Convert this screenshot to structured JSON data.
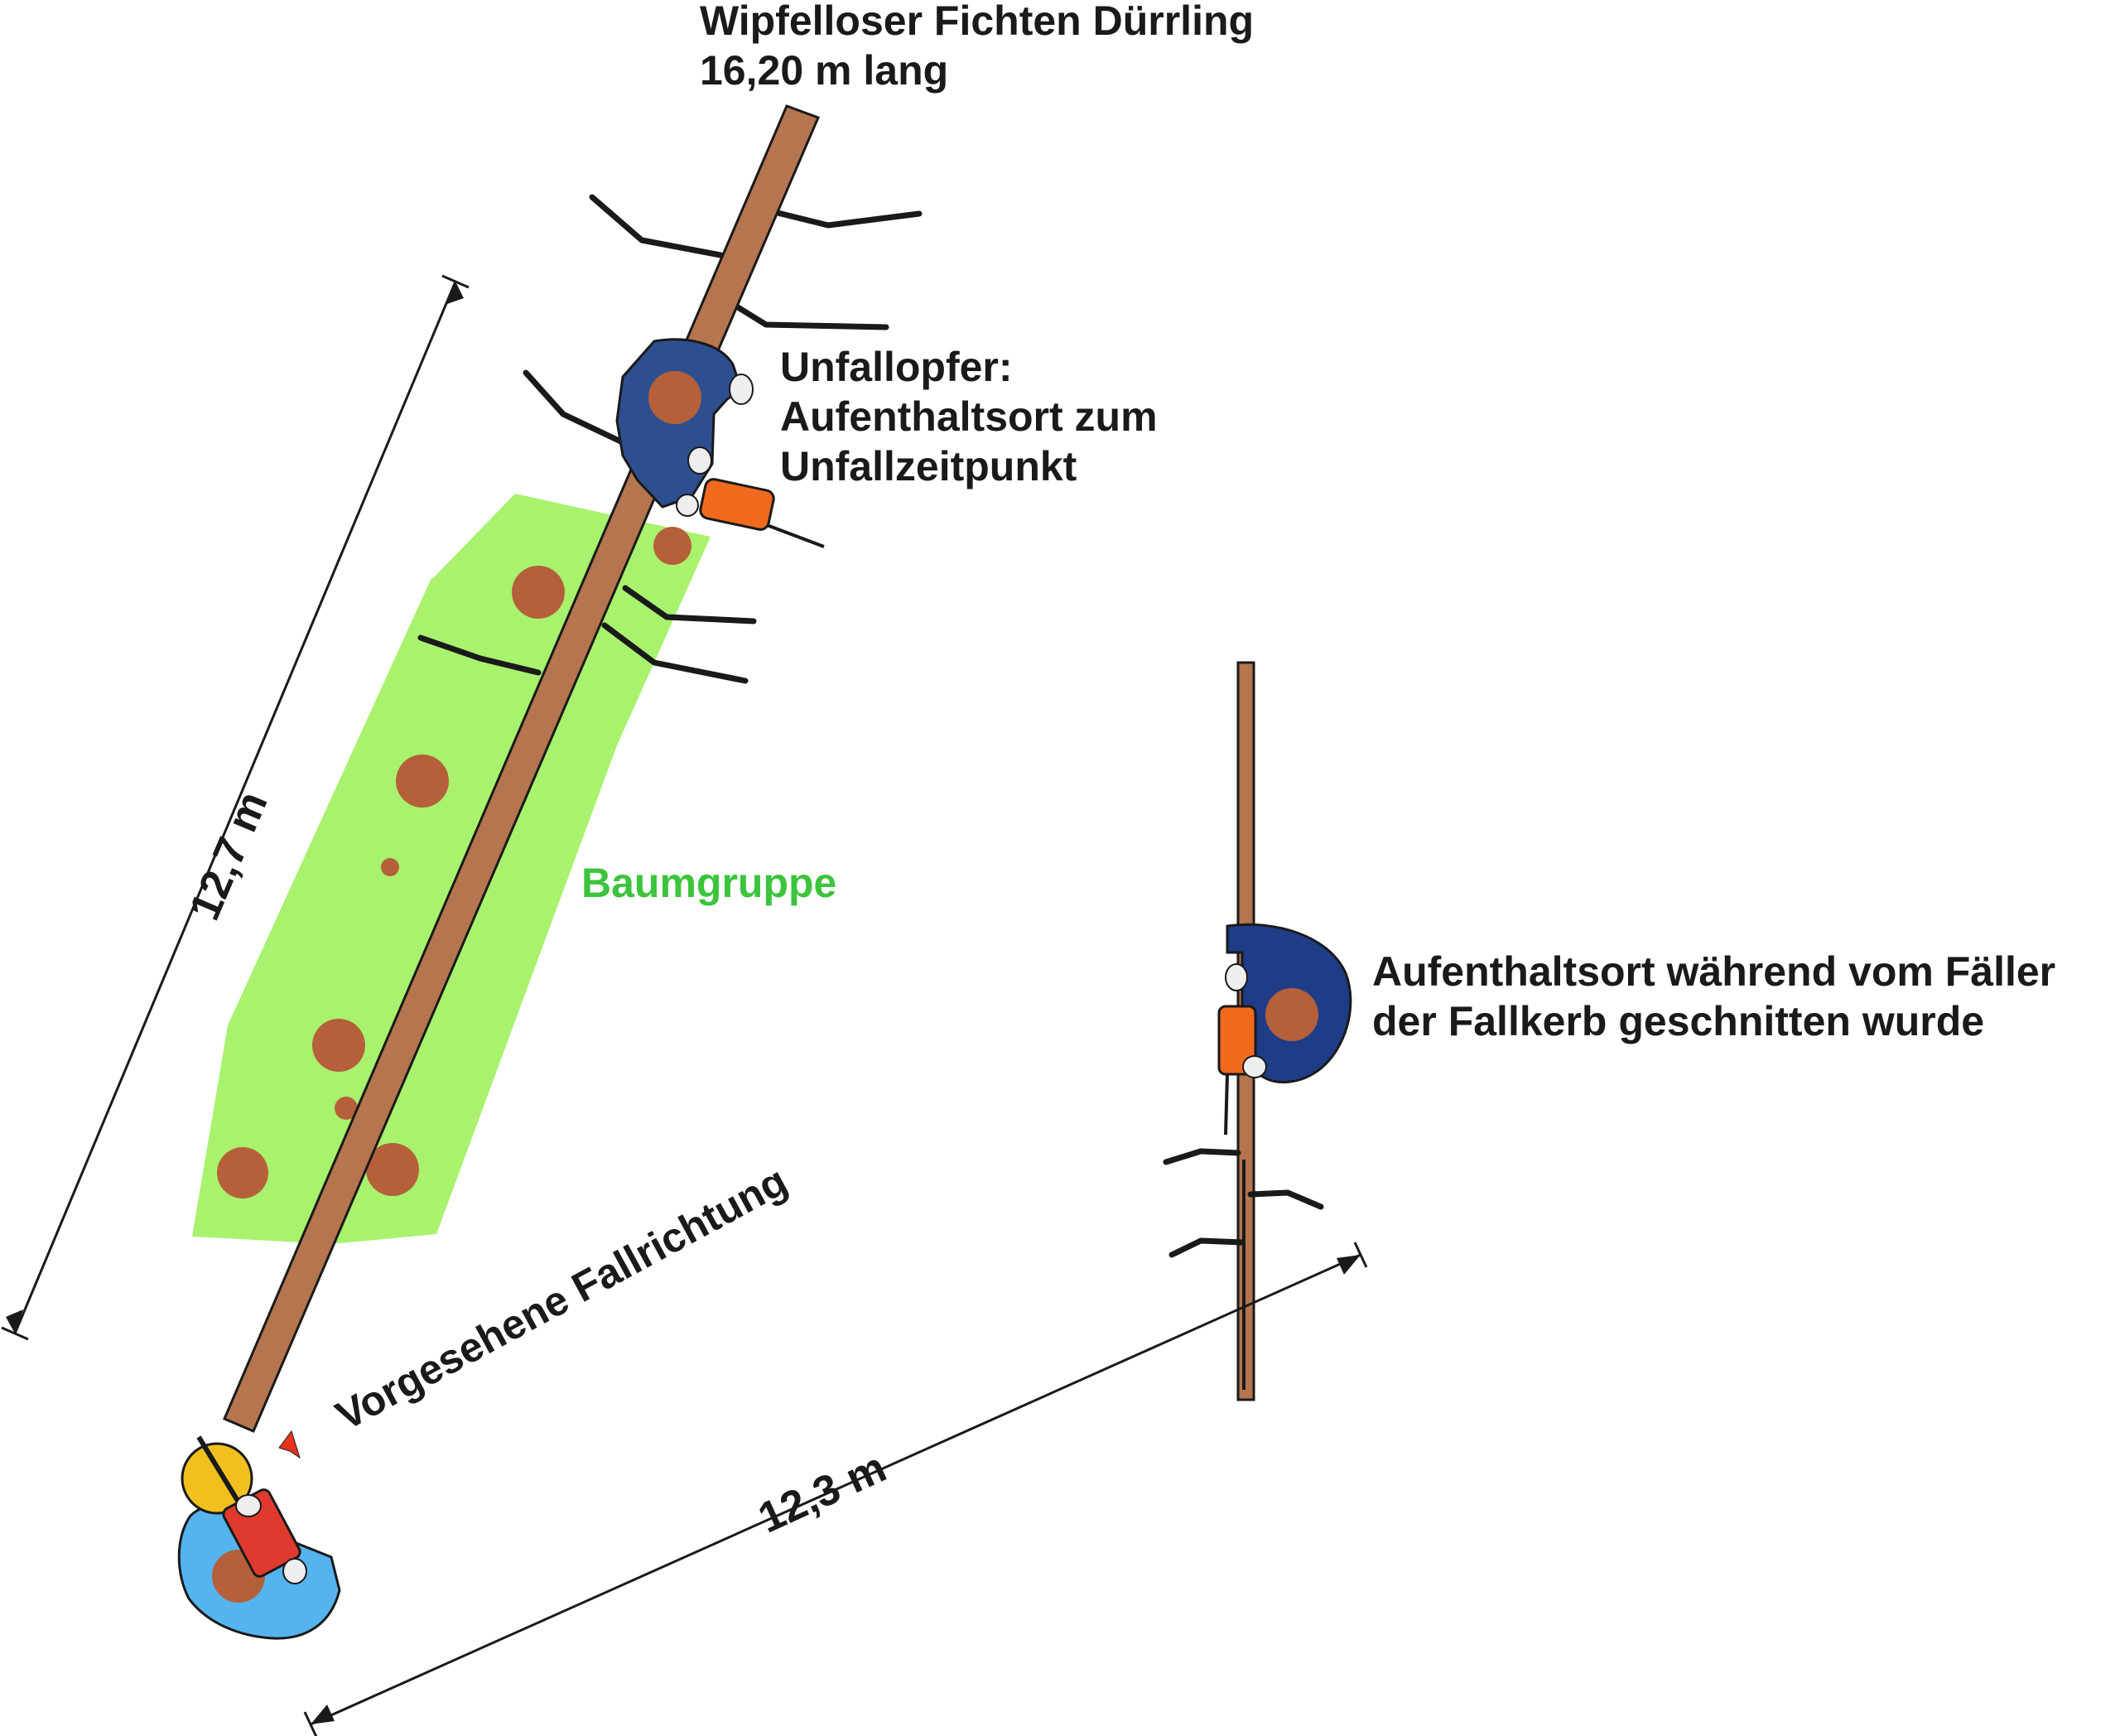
{
  "labels": {
    "tree_title_line1": "Wipfelloser Fichten Dürrling",
    "tree_title_line2": "16,20 m lang",
    "victim_line1": "Unfallopfer:",
    "victim_line2": "Aufenthaltsort zum",
    "victim_line3": "Unfallzeitpunkt",
    "group": "Baumgruppe",
    "position_line1": "Aufenthaltsort während vom Fäller",
    "position_line2": "der Fallkerb geschnitten wurde",
    "fall_direction": "Vorgesehene Fallrichtung",
    "dim_tree_length": "12,7 m",
    "dim_distance": "12,3 m"
  },
  "colors": {
    "trunk": "#b5764f",
    "trunk_outline": "#1a1a1a",
    "tree_group": "#a8f26e",
    "stump": "#b5603a",
    "label_green": "#3cc43c",
    "victim_jacket": "#2e4f8f",
    "faller_jacket": "#55b4ee",
    "observer_jacket": "#1f3c86",
    "skin": "#b5603a",
    "chainsaw_orange": "#f06a1e",
    "chainsaw_red": "#e03a2e",
    "helmet_yellow": "#f2c01e",
    "arrow_red": "#e8321e"
  }
}
